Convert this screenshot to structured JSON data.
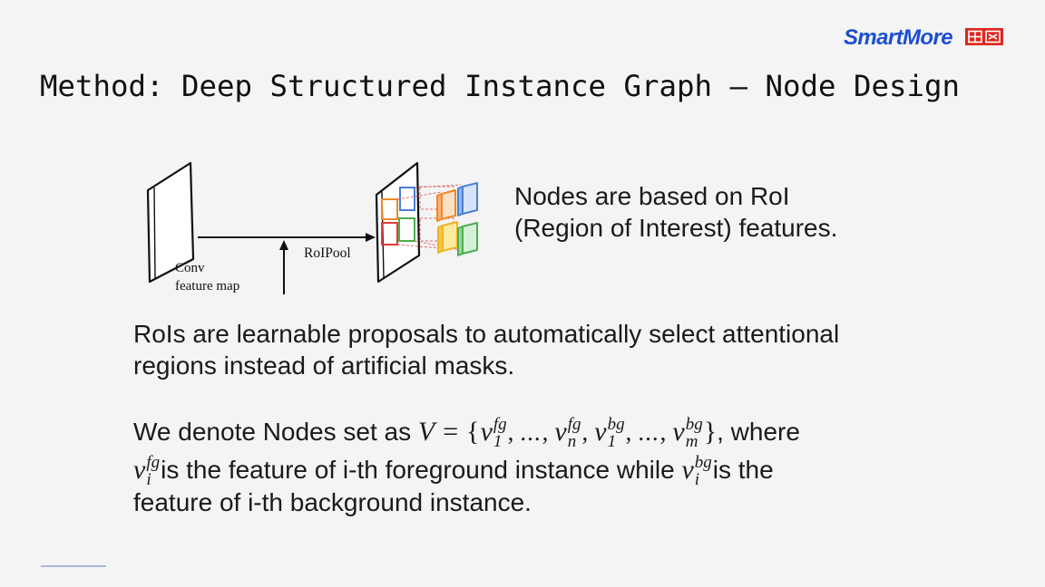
{
  "logo": {
    "brand": "SmartMore",
    "brand_color": "#1d4fcf",
    "badge_color": "#e0261f"
  },
  "title": "Method: Deep Structured Instance Graph – Node Design",
  "diagram": {
    "conv_label_1": "Conv",
    "conv_label_2": "feature map",
    "roipool_label": "RoIPool"
  },
  "nodes_text": [
    "Nodes are based on RoI",
    "(Region of Interest) features."
  ],
  "rois_text": [
    "RoIs are learnable proposals to automatically select attentional",
    "regions instead of artificial masks."
  ],
  "denote": {
    "line1_prefix": "We denote Nodes set as ",
    "line1_suffix": ", where",
    "formula": {
      "set": "V",
      "eq": "=",
      "open": "{",
      "close": "}",
      "sep": ",",
      "ellipsis": "...",
      "terms": [
        {
          "base": "v",
          "sup": "fg",
          "sub": "1"
        },
        {
          "base": "v",
          "sup": "fg",
          "sub": "n"
        },
        {
          "base": "v",
          "sup": "bg",
          "sub": "1"
        },
        {
          "base": "v",
          "sup": "bg",
          "sub": "m"
        }
      ]
    },
    "line2_terms": [
      {
        "base": "v",
        "sup": "fg",
        "sub": "i"
      },
      {
        "base": "v",
        "sup": "bg",
        "sub": "i"
      }
    ],
    "line2_part1": "is the feature of i-th foreground instance while ",
    "line2_part2": "is the",
    "line3": "feature of i-th background instance."
  }
}
